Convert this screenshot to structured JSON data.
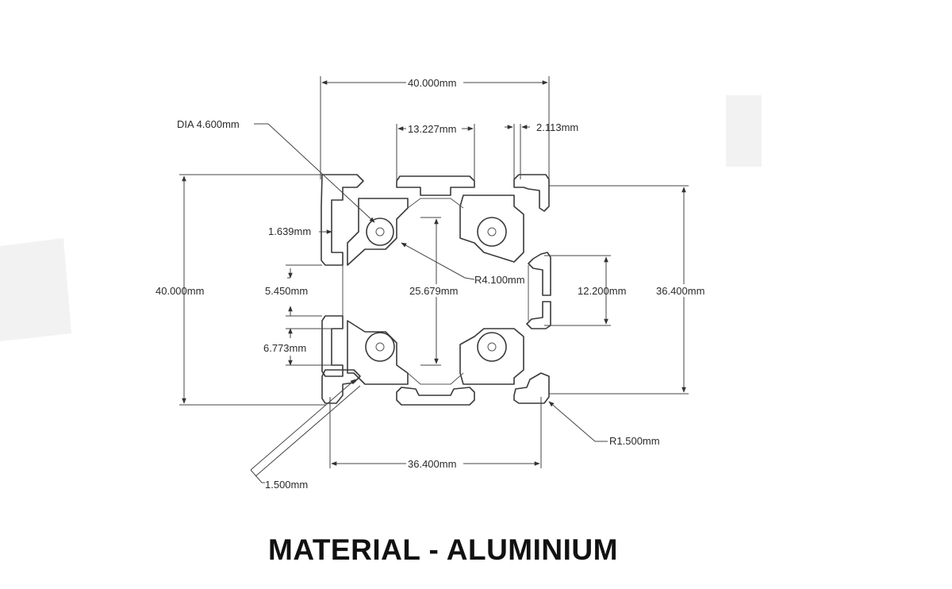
{
  "diagram": {
    "title": "MATERIAL - ALUMINIUM",
    "dimensions": {
      "overall_width": "40.000mm",
      "overall_height": "40.000mm",
      "bottom_width": "36.400mm",
      "right_height": "36.400mm",
      "hole_diameter": "DIA 4.600mm",
      "slot_width": "13.227mm",
      "lip_thickness": "2.113mm",
      "slot_depth": "1.639mm",
      "slot_gap": "5.450mm",
      "inner_depth": "6.773mm",
      "core_span": "25.679mm",
      "core_radius": "R4.100mm",
      "inner_slot": "12.200mm",
      "edge_radius": "R1.500mm",
      "wall": "1.500mm"
    },
    "colors": {
      "line": "#3a3a3a",
      "text": "#2a2a2a"
    }
  }
}
